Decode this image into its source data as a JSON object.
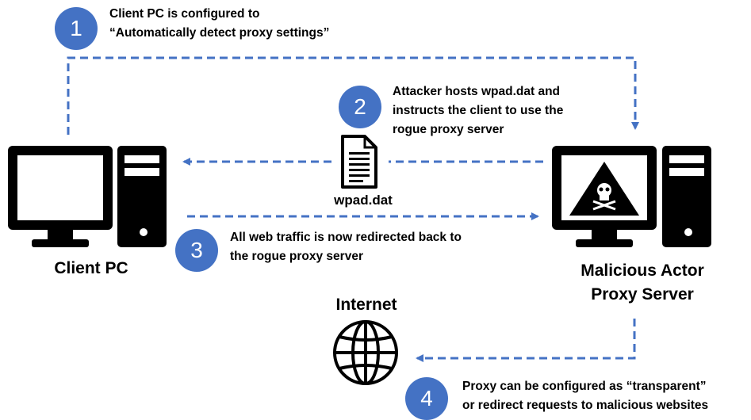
{
  "steps": [
    {
      "number": "1",
      "lines": [
        "Client PC is configured to",
        "“Automatically detect proxy settings”"
      ]
    },
    {
      "number": "2",
      "lines": [
        "Attacker hosts wpad.dat and",
        "instructs the client to use the",
        "rogue proxy server"
      ]
    },
    {
      "number": "3",
      "lines": [
        "All web traffic is now redirected back to",
        "the rogue proxy server"
      ]
    },
    {
      "number": "4",
      "lines": [
        "Proxy can be configured as “transparent”",
        "or redirect requests to malicious websites"
      ]
    }
  ],
  "nodes": {
    "client": {
      "label": "Client PC"
    },
    "proxy": {
      "label_lines": [
        "Malicious Actor",
        "Proxy Server"
      ]
    },
    "internet": {
      "label": "Internet"
    },
    "file": {
      "label": "wpad.dat"
    }
  },
  "colors": {
    "accent": "#4472c4",
    "arrow": "#4472c4",
    "icon": "#000000"
  },
  "icons": [
    "monitor-icon",
    "computer-tower-icon",
    "document-icon",
    "skull-warning-icon",
    "globe-icon"
  ]
}
